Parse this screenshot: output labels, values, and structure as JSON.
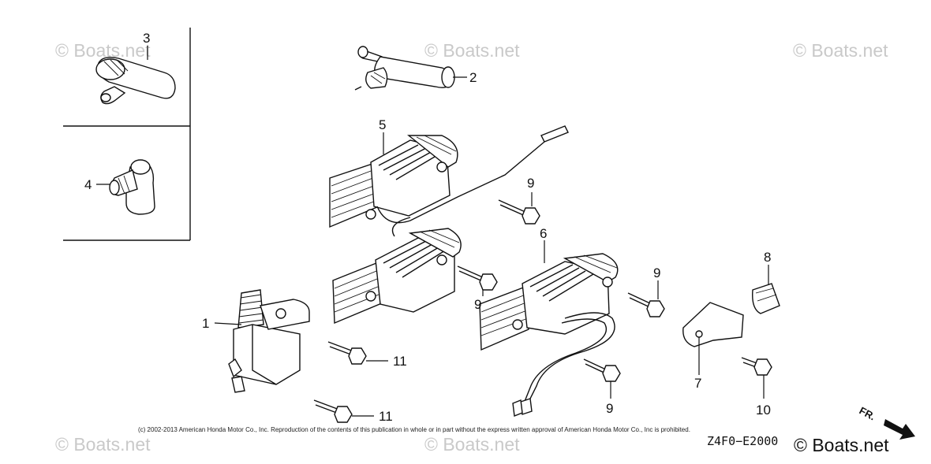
{
  "watermark": {
    "text": "© Boats.net"
  },
  "callouts": [
    {
      "id": "1",
      "label": "1"
    },
    {
      "id": "2",
      "label": "2"
    },
    {
      "id": "3",
      "label": "3"
    },
    {
      "id": "4",
      "label": "4"
    },
    {
      "id": "5",
      "label": "5"
    },
    {
      "id": "6",
      "label": "6"
    },
    {
      "id": "7",
      "label": "7"
    },
    {
      "id": "8",
      "label": "8"
    },
    {
      "id": "9a",
      "label": "9"
    },
    {
      "id": "9b",
      "label": "9"
    },
    {
      "id": "9c",
      "label": "9"
    },
    {
      "id": "9d",
      "label": "9"
    },
    {
      "id": "10",
      "label": "10"
    },
    {
      "id": "11a",
      "label": "11"
    },
    {
      "id": "11b",
      "label": "11"
    }
  ],
  "footer": {
    "copyright": "(c) 2002-2013 American Honda Motor Co., Inc. Reproduction of the contents of this publication in whole or in part without the express written approval of American Honda Motor Co., Inc is prohibited.",
    "diagram_code": "Z4F0−E2000",
    "brand": "© Boats.net",
    "direction_label": "FR."
  }
}
